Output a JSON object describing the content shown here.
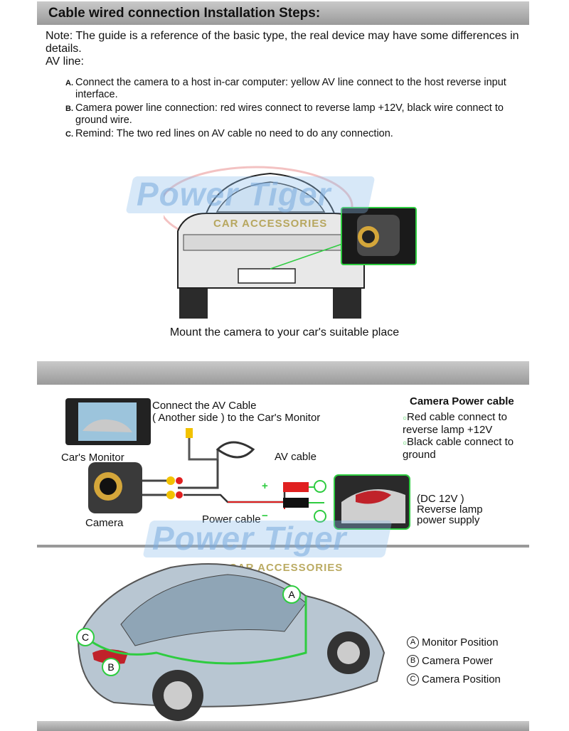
{
  "section1": {
    "title": "Cable wired connection Installation Steps:",
    "note": "Note: The guide is a reference of the basic type, the real device may have some differences in details.",
    "av_line": "AV line:",
    "steps": [
      {
        "letter": "A.",
        "text": "Connect the camera to a host in-car computer: yellow AV line connect to the host reverse input interface."
      },
      {
        "letter": "B.",
        "text": "Camera power line connection: red wires connect to reverse lamp +12V, black wire connect to ground wire."
      },
      {
        "letter": "C.",
        "text": "Remind: The two red lines on AV cable no need to do any connection."
      }
    ],
    "caption": "Mount the camera to your car's suitable place"
  },
  "watermark": {
    "brand": "Power Tiger",
    "sub": "CAR ACCESSORIES"
  },
  "wiring": {
    "connect_av": "Connect the AV Cable",
    "connect_av_2": "( Another side ) to the Car's Monitor",
    "monitor": "Car's Monitor",
    "av_cable": "AV cable",
    "camera": "Camera",
    "power_cable": "Power cable",
    "plus": "+",
    "minus": "−",
    "power_title": "Camera Power cable",
    "red": "Red cable connect to reverse lamp +12V",
    "black": "Black cable connect to ground",
    "dc": "(DC 12V )",
    "reverse": "Reverse lamp",
    "supply": "power supply"
  },
  "legend": [
    {
      "letter": "A",
      "text": "Monitor Position"
    },
    {
      "letter": "B",
      "text": "Camera Power"
    },
    {
      "letter": "C",
      "text": "Camera Position"
    }
  ],
  "colors": {
    "wire_green": "#2ecc40",
    "cable_red": "#e02020",
    "cable_yellow": "#f2c200"
  }
}
